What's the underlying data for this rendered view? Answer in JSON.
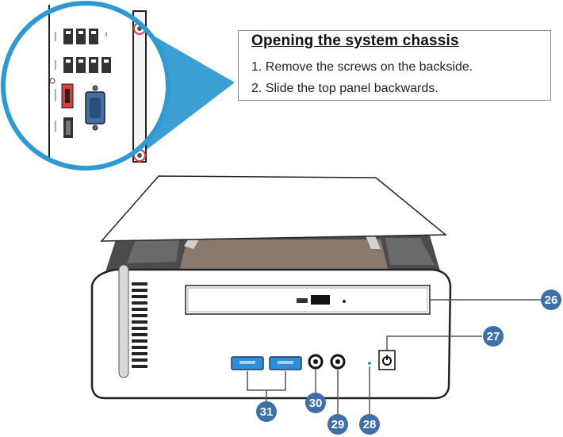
{
  "note": {
    "title": "Opening the system chassis",
    "steps": [
      "1. Remove the screws on the backside.",
      "2. Slide the top panel backwards."
    ]
  },
  "callouts": [
    "26",
    "27",
    "28",
    "29",
    "30",
    "31"
  ],
  "colors": {
    "callout_fill": "#3d6fa8",
    "magnifier_ring": "#2d9ad3",
    "usb_blue": "#2e8fd8",
    "port_red": "#e03a3a"
  }
}
